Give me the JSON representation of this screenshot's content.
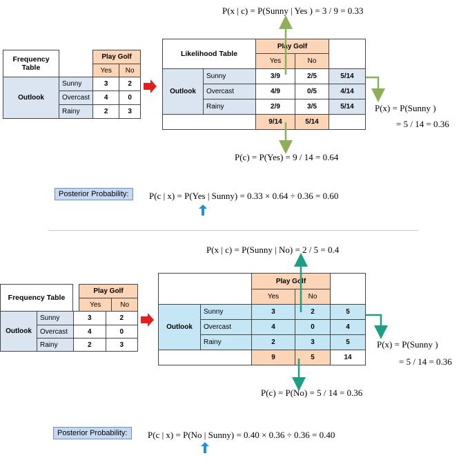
{
  "panels": [
    {
      "frequency_table": {
        "title": "Frequency Table",
        "play_golf": "Play Golf",
        "yes": "Yes",
        "no": "No",
        "outlook": "Outlook",
        "rows": [
          {
            "label": "Sunny",
            "yes": "3",
            "no": "2"
          },
          {
            "label": "Overcast",
            "yes": "4",
            "no": "0"
          },
          {
            "label": "Rainy",
            "yes": "2",
            "no": "3"
          }
        ]
      },
      "likelihood_table": {
        "title": "Likelihood Table",
        "play_golf": "Play Golf",
        "yes": "Yes",
        "no": "No",
        "outlook": "Outlook",
        "rows": [
          {
            "label": "Sunny",
            "yes": "3/9",
            "no": "2/5",
            "total": "5/14"
          },
          {
            "label": "Overcast",
            "yes": "4/9",
            "no": "0/5",
            "total": "4/14"
          },
          {
            "label": "Rainy",
            "yes": "2/9",
            "no": "3/5",
            "total": "5/14"
          }
        ],
        "total_yes": "9/14",
        "total_no": "5/14",
        "total_all": ""
      },
      "formulas": {
        "likelihood": "P(x | c) = P(Sunny  | Yes ) = 3 / 9 = 0.33",
        "prior": "P(c) = P(Yes) = 9 / 14 = 0.64",
        "evidence_1": "P(x) = P(Sunny )",
        "evidence_2": "= 5 / 14 = 0.36",
        "posterior": "P(c | x) = P(Yes | Sunny) = 0.33 × 0.64 ÷ 0.36 = 0.60"
      },
      "posterior_label": "Posterior Probability:"
    },
    {
      "frequency_table": {
        "title": "Frequency Table",
        "play_golf": "Play Golf",
        "yes": "Yes",
        "no": "No",
        "outlook": "Outlook",
        "rows": [
          {
            "label": "Sunny",
            "yes": "3",
            "no": "2"
          },
          {
            "label": "Overcast",
            "yes": "4",
            "no": "0"
          },
          {
            "label": "Rainy",
            "yes": "2",
            "no": "3"
          }
        ]
      },
      "likelihood_table": {
        "title": "",
        "play_golf": "Play Golf",
        "yes": "Yes",
        "no": "No",
        "outlook": "Outlook",
        "rows": [
          {
            "label": "Sunny",
            "yes": "3",
            "no": "2",
            "total": "5"
          },
          {
            "label": "Overcast",
            "yes": "4",
            "no": "0",
            "total": "4"
          },
          {
            "label": "Rainy",
            "yes": "2",
            "no": "3",
            "total": "5"
          }
        ],
        "total_yes": "9",
        "total_no": "5",
        "total_all": "14"
      },
      "formulas": {
        "likelihood": "P(x | c) = P(Sunny  | No) = 2 / 5 = 0.4",
        "prior": "P(c) = P(No) = 5 / 14 = 0.36",
        "evidence_1": "P(x) = P(Sunny )",
        "evidence_2": "= 5 / 14 = 0.36",
        "posterior": "P(c | x) = P(No | Sunny) = 0.40 × 0.36 ÷ 0.36 = 0.40"
      },
      "posterior_label": "Posterior Probability:"
    }
  ],
  "colors": {
    "arrow_green_top": "#8fae5a",
    "arrow_teal_bottom": "#1e9e83",
    "red_arrow": "#e02020",
    "blue_arrow": "#1e90e0",
    "header_peach": "#fbd5b5",
    "row_blue": "#dbe5f1",
    "row_sky": "#c5e6f5"
  }
}
